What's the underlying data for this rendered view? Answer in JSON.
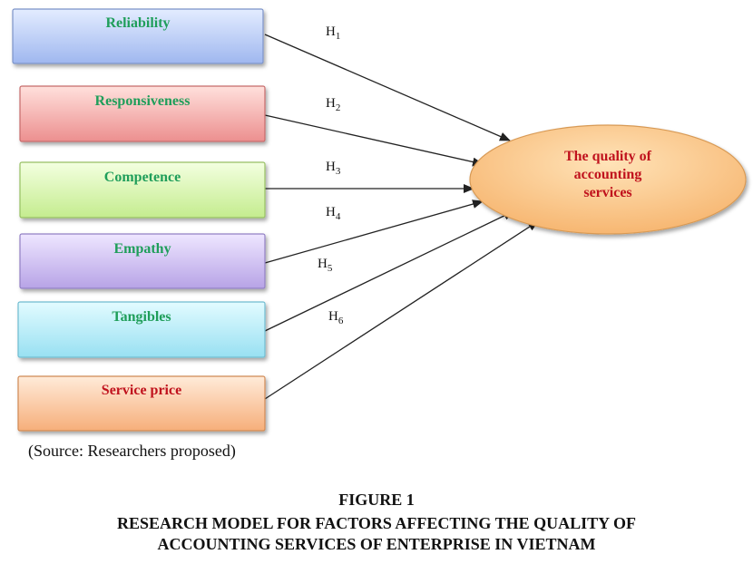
{
  "factors": [
    {
      "label": "Reliability",
      "text_color": "#1f9e5a",
      "fill_top": "#e3ecff",
      "fill_bottom": "#9fb7ef",
      "stroke": "#7b93c8",
      "hypothesis": "1"
    },
    {
      "label": "Responsiveness",
      "text_color": "#1f9e5a",
      "fill_top": "#ffe0dc",
      "fill_bottom": "#ec8f8f",
      "stroke": "#c66b6b",
      "hypothesis": "2"
    },
    {
      "label": "Competence",
      "text_color": "#1f9e5a",
      "fill_top": "#f3ffe0",
      "fill_bottom": "#c4ec8e",
      "stroke": "#97c064",
      "hypothesis": "3"
    },
    {
      "label": "Empathy",
      "text_color": "#1f9e5a",
      "fill_top": "#eee6ff",
      "fill_bottom": "#b7a3e6",
      "stroke": "#9280c4",
      "hypothesis": "4"
    },
    {
      "label": "Tangibles",
      "text_color": "#1f9e5a",
      "fill_top": "#e2fbff",
      "fill_bottom": "#98e0f2",
      "stroke": "#6fbcd0",
      "hypothesis": "5"
    },
    {
      "label": "Service price",
      "text_color": "#c0121d",
      "fill_top": "#ffebd9",
      "fill_bottom": "#f6ae7a",
      "stroke": "#d08a55",
      "hypothesis": "6"
    }
  ],
  "outcome": {
    "lines": [
      "The quality of",
      "accounting",
      "services"
    ],
    "fill_top": "#ffe3b8",
    "fill_bottom": "#f6b36c",
    "stroke": "#d89a55"
  },
  "hypothesis_prefix": "H",
  "source_note": "(Source: Researchers proposed)",
  "figure_number": "FIGURE 1",
  "figure_caption_lines": [
    "RESEARCH MODEL FOR FACTORS AFFECTING THE QUALITY OF",
    "ACCOUNTING SERVICES OF ENTERPRISE IN VIETNAM"
  ]
}
